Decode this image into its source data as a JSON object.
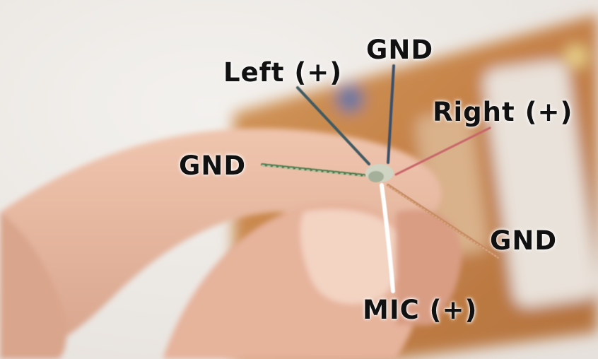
{
  "labels": {
    "gnd_top": "GND",
    "left_plus": "Left (+)",
    "right_plus": "Right (+)",
    "gnd_left": "GND",
    "gnd_right": "GND",
    "mic_plus": "MIC (+)"
  },
  "colors": {
    "background": "#efece8",
    "skin": "#e9b9a2",
    "board_wood": "#c9884e",
    "wire_left": "#3f5a62",
    "wire_gnd_top": "#3b4f6a",
    "wire_right": "#c8666a",
    "wire_gnd_left": "#4f7a4e",
    "wire_gnd_right": "#c58a62",
    "wire_mic": "#ffffff",
    "label_text": "#111111"
  }
}
